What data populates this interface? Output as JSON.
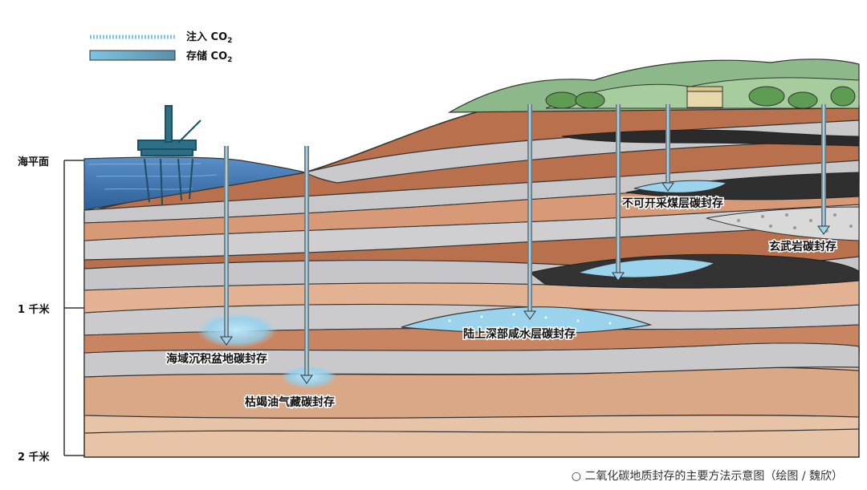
{
  "legend": {
    "inject": {
      "text": "注入 CO",
      "sub": "2"
    },
    "store": {
      "text": "存储 CO",
      "sub": "2"
    }
  },
  "depth_scale": {
    "sea_level": "海平面",
    "one_km": "1 千米",
    "two_km": "2 千米"
  },
  "storage_labels": {
    "seabed_basin": "海域沉积盆地碳封存",
    "depleted_oil_gas": "枯竭油气藏碳封存",
    "deep_saline": "陆上深部咸水层碳封存",
    "coal_seam": "不可开采煤层碳封存",
    "basalt": "玄武岩碳封存"
  },
  "caption": "○ 二氧化碳地质封存的主要方法示意图（绘图 / 魏欣）",
  "colors": {
    "sea": "#3f74ad",
    "grey_layer": "#c9c9cc",
    "brown_layer": "#b86f4a",
    "tan_layer": "#e3b596",
    "co2_store": "#9bd3ec",
    "coal": "#2b2b2b",
    "hills": "#8db98a"
  }
}
